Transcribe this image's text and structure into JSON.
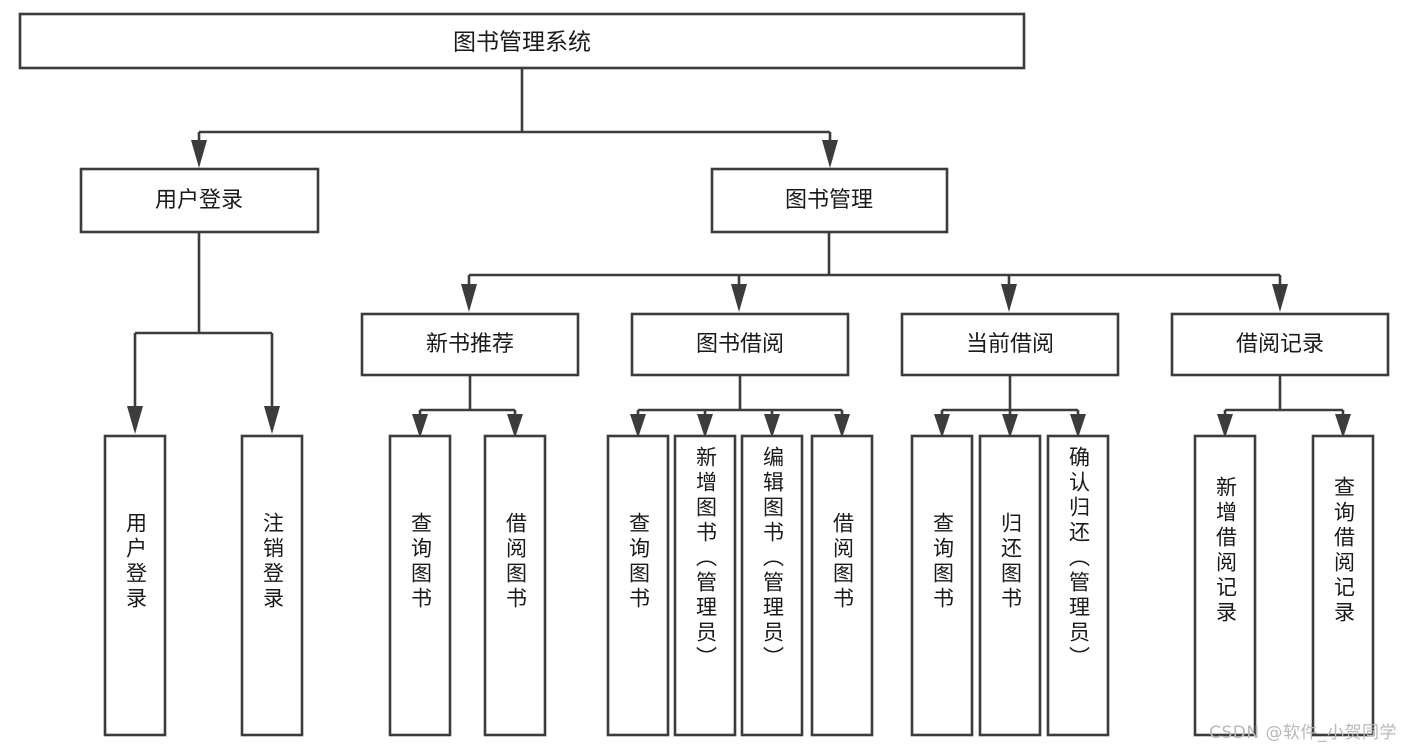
{
  "diagram": {
    "type": "hierarchy-tree",
    "title": "图书管理系统",
    "watermark": "CSDN @软件_小贺同学",
    "colors": {
      "stroke": "#3c3c3c",
      "box_fill": "#ffffff",
      "text": "#1a1a1a",
      "background": "#ffffff",
      "watermark": "#b8b8b8"
    },
    "root": {
      "label": "图书管理系统"
    },
    "level2": [
      {
        "label": "用户登录"
      },
      {
        "label": "图书管理"
      }
    ],
    "level3": [
      {
        "label": "新书推荐"
      },
      {
        "label": "图书借阅"
      },
      {
        "label": "当前借阅"
      },
      {
        "label": "借阅记录"
      }
    ],
    "leaves": {
      "user_login": [
        {
          "label": "用户登录"
        },
        {
          "label": "注销登录"
        }
      ],
      "new_book_recommend": [
        {
          "label": "查询图书"
        },
        {
          "label": "借阅图书"
        }
      ],
      "book_borrow": [
        {
          "label": "查询图书"
        },
        {
          "label": "新增图书（管理员）"
        },
        {
          "label": "编辑图书（管理员）"
        },
        {
          "label": "借阅图书"
        }
      ],
      "current_borrow": [
        {
          "label": "查询图书"
        },
        {
          "label": "归还图书"
        },
        {
          "label": "确认归还（管理员）"
        }
      ],
      "borrow_record": [
        {
          "label": "新增借阅记录"
        },
        {
          "label": "查询借阅记录"
        }
      ]
    }
  }
}
